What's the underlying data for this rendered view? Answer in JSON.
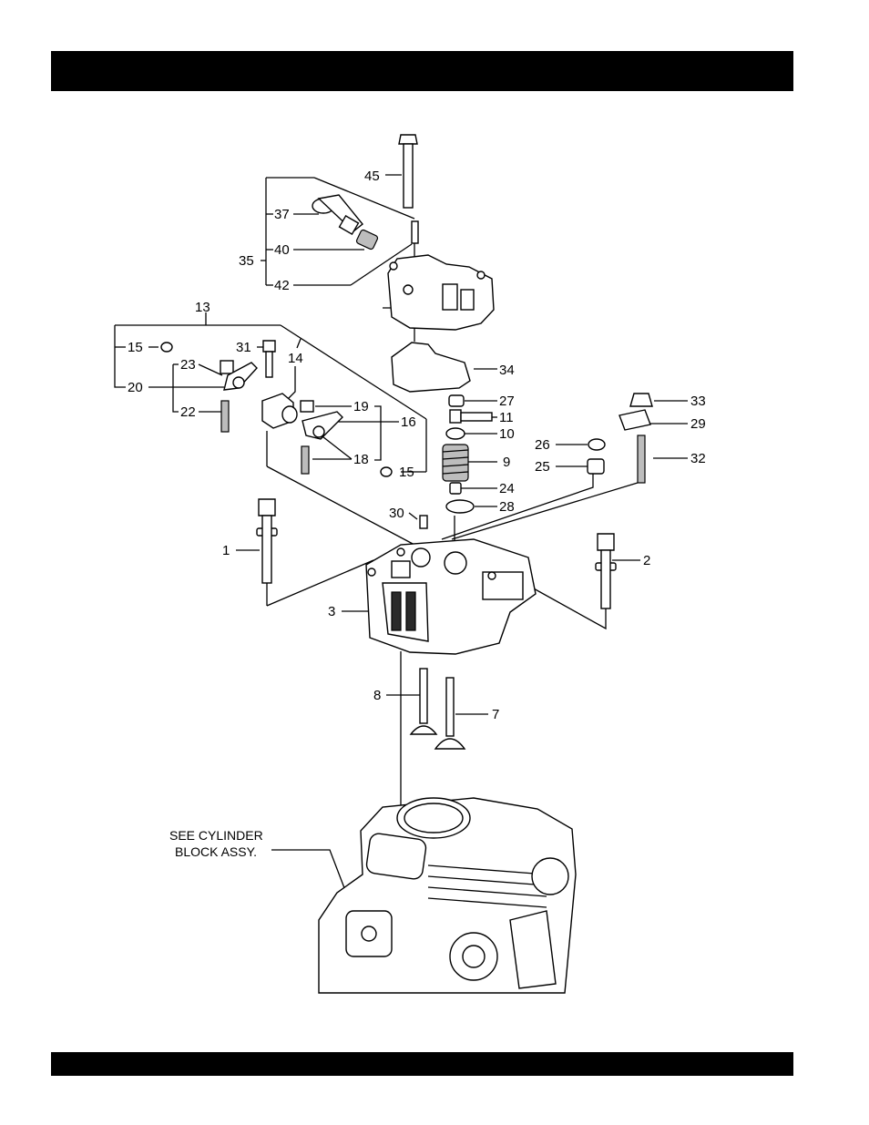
{
  "header_bar": {
    "color": "#000000"
  },
  "footer_bar": {
    "color": "#000000"
  },
  "callouts": {
    "c1": "1",
    "c2": "2",
    "c3": "3",
    "c7": "7",
    "c8": "8",
    "c9": "9",
    "c10": "10",
    "c11": "11",
    "c13": "13",
    "c14": "14",
    "c15a": "15",
    "c15b": "15",
    "c16": "16",
    "c18": "18",
    "c19": "19",
    "c20": "20",
    "c22": "22",
    "c23": "23",
    "c24": "24",
    "c25": "25",
    "c26": "26",
    "c27": "27",
    "c28": "28",
    "c29": "29",
    "c30": "30",
    "c31": "31",
    "c32": "32",
    "c33": "33",
    "c34": "34",
    "c35": "35",
    "c37": "37",
    "c40": "40",
    "c42": "42",
    "c45": "45"
  },
  "note": {
    "line1": "SEE CYLINDER",
    "line2": "BLOCK ASSY."
  }
}
